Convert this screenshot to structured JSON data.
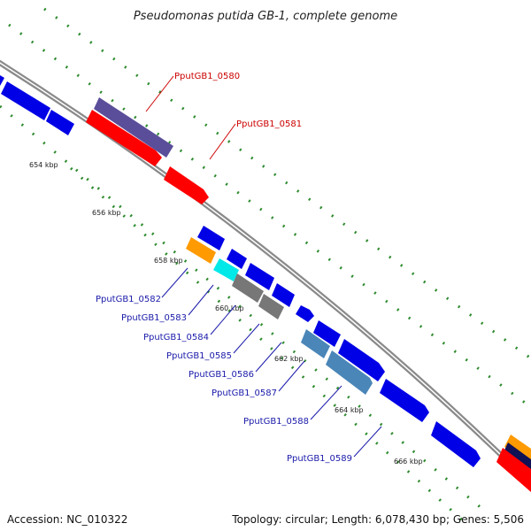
{
  "title": "Pseudomonas putida GB-1, complete genome",
  "footer": {
    "accession": "Accession: NC_010322",
    "topology": "Topology: circular; Length: 6,078,430 bp; Genes: 5,506"
  },
  "colors": {
    "backbone": "#8a8a8a",
    "tick_dots": "#2e8b2e",
    "forward_label": "#cc0000",
    "reverse_label": "#1a1aaa",
    "cds_blue": "#0000e6",
    "cds_red": "#ff0000",
    "cds_purple": "#5a4e9a",
    "cds_orange": "#ff9a00",
    "cds_cyan": "#00e8e8",
    "cds_gray": "#777777",
    "cds_steelblue": "#4a86b8",
    "cds_navy": "#111155"
  },
  "kbp_labels": [
    "654 kbp",
    "656 kbp",
    "658 kbp",
    "660 kbp",
    "662 kbp",
    "664 kbp",
    "666 kbp"
  ],
  "gene_labels": {
    "forward": [
      "PputGB1_0580",
      "PputGB1_0581"
    ],
    "reverse": [
      "PputGB1_0582",
      "PputGB1_0583",
      "PputGB1_0584",
      "PputGB1_0585",
      "PputGB1_0586",
      "PputGB1_0587",
      "PputGB1_0588",
      "PputGB1_0589"
    ]
  }
}
